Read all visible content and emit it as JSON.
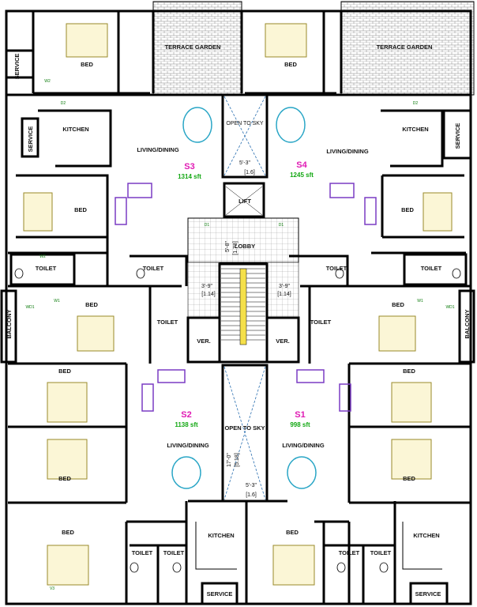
{
  "units": {
    "s1": {
      "name": "S1",
      "area": "998 sft"
    },
    "s2": {
      "name": "S2",
      "area": "1138 sft"
    },
    "s3": {
      "name": "S3",
      "area": "1314 sft"
    },
    "s4": {
      "name": "S4",
      "area": "1245 sft"
    }
  },
  "rooms": {
    "terrace_garden": "TERRACE GARDEN",
    "bed": "BED",
    "kitchen": "KITCHEN",
    "living_dining": "LIVING/DINING",
    "toilet": "TOILET",
    "service": "SERVICE",
    "balcony": "BALCONY",
    "open_to_sky": "OPEN TO SKY",
    "lift": "LIFT",
    "lobby": "LOBBY",
    "ver": "VER."
  },
  "dims": {
    "ots_top_ft": "5'-3\"",
    "ots_top_m": "[1.6]",
    "ots_bottom_ft": "5'-3\"",
    "ots_bottom_m": "[1.6]",
    "ots_bottom_len_ft": "17'-0\"",
    "ots_bottom_len_m": "[5.18]",
    "lobby_ft": "5'-8\"",
    "lobby_m": "[1.73]",
    "landing_ft": "3'-9\"",
    "landing_m": "[1.14]"
  },
  "door_tags": {
    "d2": "D2",
    "w2": "W2",
    "w1": "W1",
    "wd1": "WD1",
    "d1": "D1",
    "v3": "V3"
  }
}
